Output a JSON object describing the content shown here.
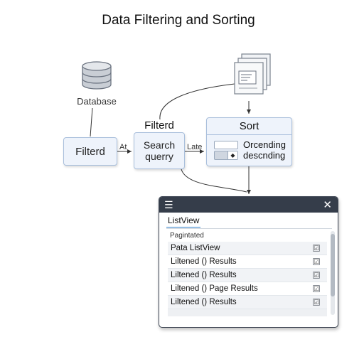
{
  "title": "Data Filtering and Sorting",
  "database": {
    "icon": "database-icon",
    "label": "Database"
  },
  "nodes": {
    "filterd": "Filterd",
    "search_caption": "Filterd",
    "search_line1": "Search",
    "search_line2": "querry",
    "sort": {
      "title": "Sort",
      "option1": "Orcending",
      "option2": "descnding",
      "toggle_glyph": "◆"
    }
  },
  "edges": {
    "at": "At",
    "late": "Late"
  },
  "documents": {
    "icon": "documents-stack-icon"
  },
  "window": {
    "menu_glyph": "☰",
    "close_glyph": "✕",
    "tab": "ListView",
    "subtitle": "Pagintated",
    "rows": [
      {
        "label": "Pata ListView",
        "checked": true
      },
      {
        "label": "Liltened () Results",
        "checked": true
      },
      {
        "label": "Liltened () Results",
        "checked": true
      },
      {
        "label": "Liltened () Page Results",
        "checked": true
      },
      {
        "label": "Liltened () Results",
        "checked": true
      }
    ],
    "check_glyph": "☑"
  },
  "colors": {
    "node_fill": "#eef3fb",
    "node_border": "#a9bfdc",
    "window_bar": "#353d4a",
    "tab_accent": "#2f7fc8"
  }
}
